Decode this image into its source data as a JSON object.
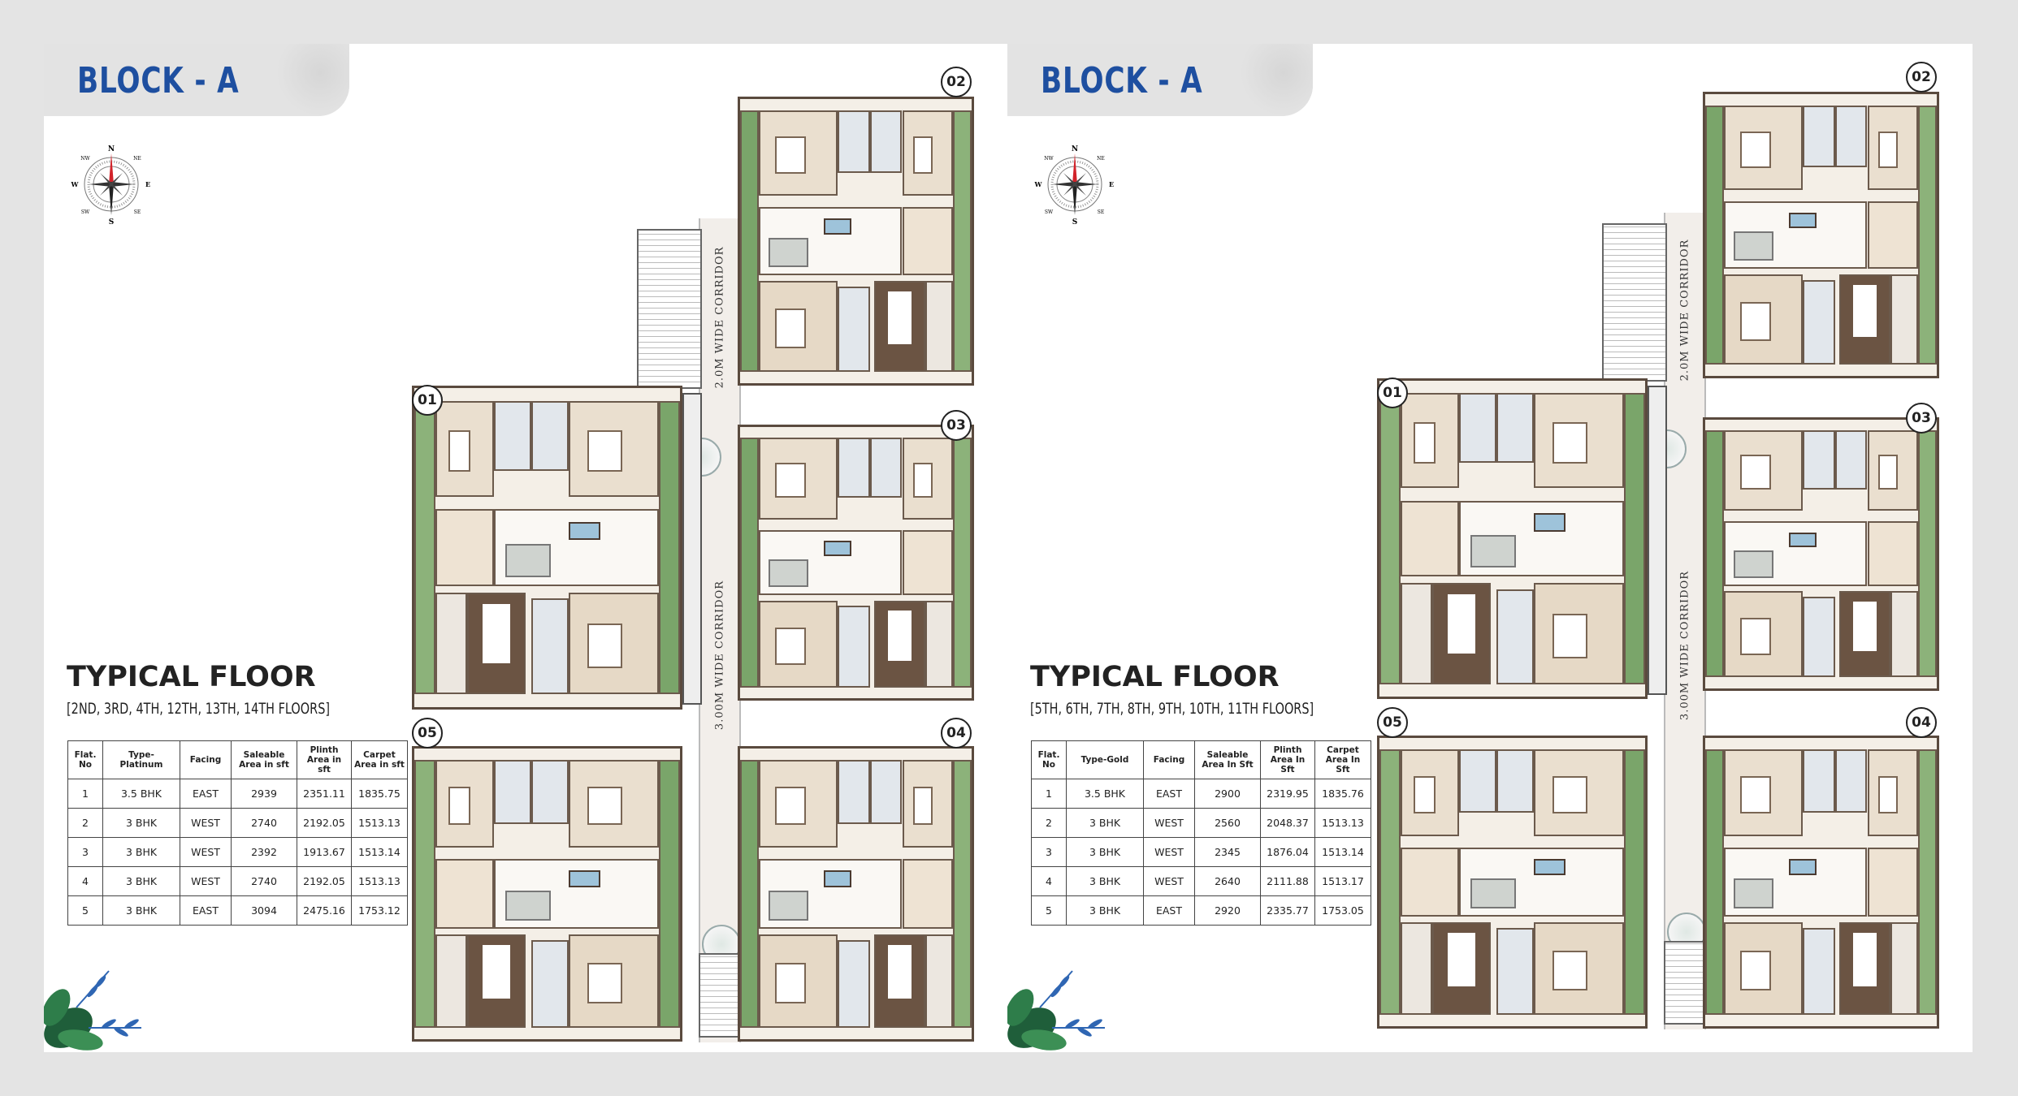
{
  "pages": [
    {
      "block_title": "BLOCK - A",
      "compass": {
        "n": "N",
        "s": "S",
        "e": "E",
        "w": "W",
        "ne": "NE",
        "nw": "NW",
        "se": "SE",
        "sw": "SW"
      },
      "floor_title": "TYPICAL FLOOR",
      "floors": "[2ND, 3RD, 4TH, 12TH, 13TH, 14TH FLOORS]",
      "table": {
        "headers": [
          "Flat. No",
          "Type- Platinum",
          "Facing",
          "Saleable Area in sft",
          "Plinth Area in sft",
          "Carpet Area in sft"
        ],
        "rows": [
          [
            "1",
            "3.5 BHK",
            "EAST",
            "2939",
            "2351.11",
            "1835.75"
          ],
          [
            "2",
            "3 BHK",
            "WEST",
            "2740",
            "2192.05",
            "1513.13"
          ],
          [
            "3",
            "3 BHK",
            "WEST",
            "2392",
            "1913.67",
            "1513.14"
          ],
          [
            "4",
            "3 BHK",
            "WEST",
            "2740",
            "2192.05",
            "1513.13"
          ],
          [
            "5",
            "3 BHK",
            "EAST",
            "3094",
            "2475.16",
            "1753.12"
          ]
        ]
      },
      "plan": {
        "corridor_upper": "2.0M WIDE CORRIDOR",
        "corridor_lower": "3.00M WIDE CORRIDOR",
        "units": [
          "01",
          "02",
          "03",
          "04",
          "05"
        ]
      }
    },
    {
      "block_title": "BLOCK - A",
      "compass": {
        "n": "N",
        "s": "S",
        "e": "E",
        "w": "W",
        "ne": "NE",
        "nw": "NW",
        "se": "SE",
        "sw": "SW"
      },
      "floor_title": "TYPICAL FLOOR",
      "floors": "[5TH, 6TH, 7TH, 8TH, 9TH, 10TH, 11TH FLOORS]",
      "table": {
        "headers": [
          "Flat. No",
          "Type-Gold",
          "Facing",
          "Saleable Area In Sft",
          "Plinth Area In Sft",
          "Carpet Area In Sft"
        ],
        "rows": [
          [
            "1",
            "3.5 BHK",
            "EAST",
            "2900",
            "2319.95",
            "1835.76"
          ],
          [
            "2",
            "3 BHK",
            "WEST",
            "2560",
            "2048.37",
            "1513.13"
          ],
          [
            "3",
            "3 BHK",
            "WEST",
            "2345",
            "1876.04",
            "1513.14"
          ],
          [
            "4",
            "3 BHK",
            "WEST",
            "2640",
            "2111.88",
            "1513.17"
          ],
          [
            "5",
            "3 BHK",
            "EAST",
            "2920",
            "2335.77",
            "1753.05"
          ]
        ]
      },
      "plan": {
        "corridor_upper": "2.0M WIDE CORRIDOR",
        "corridor_lower": "3.00M WIDE CORRIDOR",
        "units": [
          "01",
          "02",
          "03",
          "04",
          "05"
        ]
      }
    }
  ],
  "colors": {
    "title_blue": "#1e4fa0",
    "header_grey": "#e3e3e3",
    "balcony_green": "#7aa56a",
    "wood": "#6b5443"
  }
}
